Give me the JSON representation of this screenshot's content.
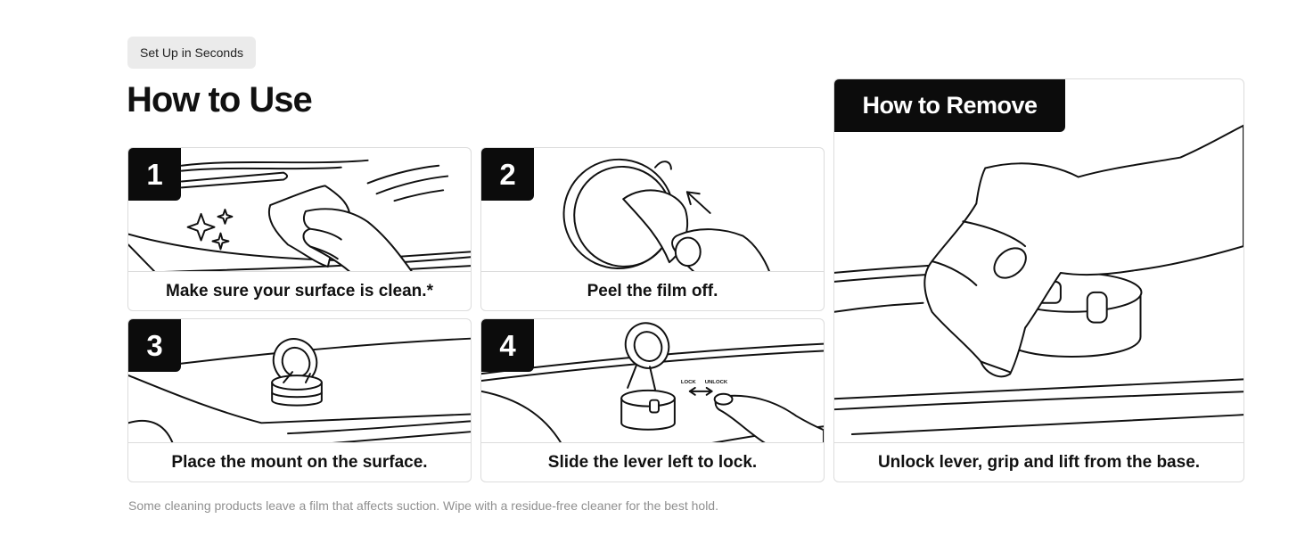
{
  "tag": {
    "label": "Set Up in Seconds"
  },
  "heading": "How to Use",
  "steps": [
    {
      "number": "1",
      "caption": "Make sure your surface is clean.*"
    },
    {
      "number": "2",
      "caption": "Peel the film off."
    },
    {
      "number": "3",
      "caption": "Place the mount on the surface."
    },
    {
      "number": "4",
      "caption": "Slide the lever left to lock.",
      "labels": {
        "lock": "LOCK",
        "unlock": "UNLOCK"
      }
    }
  ],
  "remove": {
    "title": "How to Remove",
    "caption": "Unlock lever, grip and lift from the base."
  },
  "footnote": "Some cleaning products leave a film that affects suction. Wipe with a residue-free cleaner for the best hold."
}
